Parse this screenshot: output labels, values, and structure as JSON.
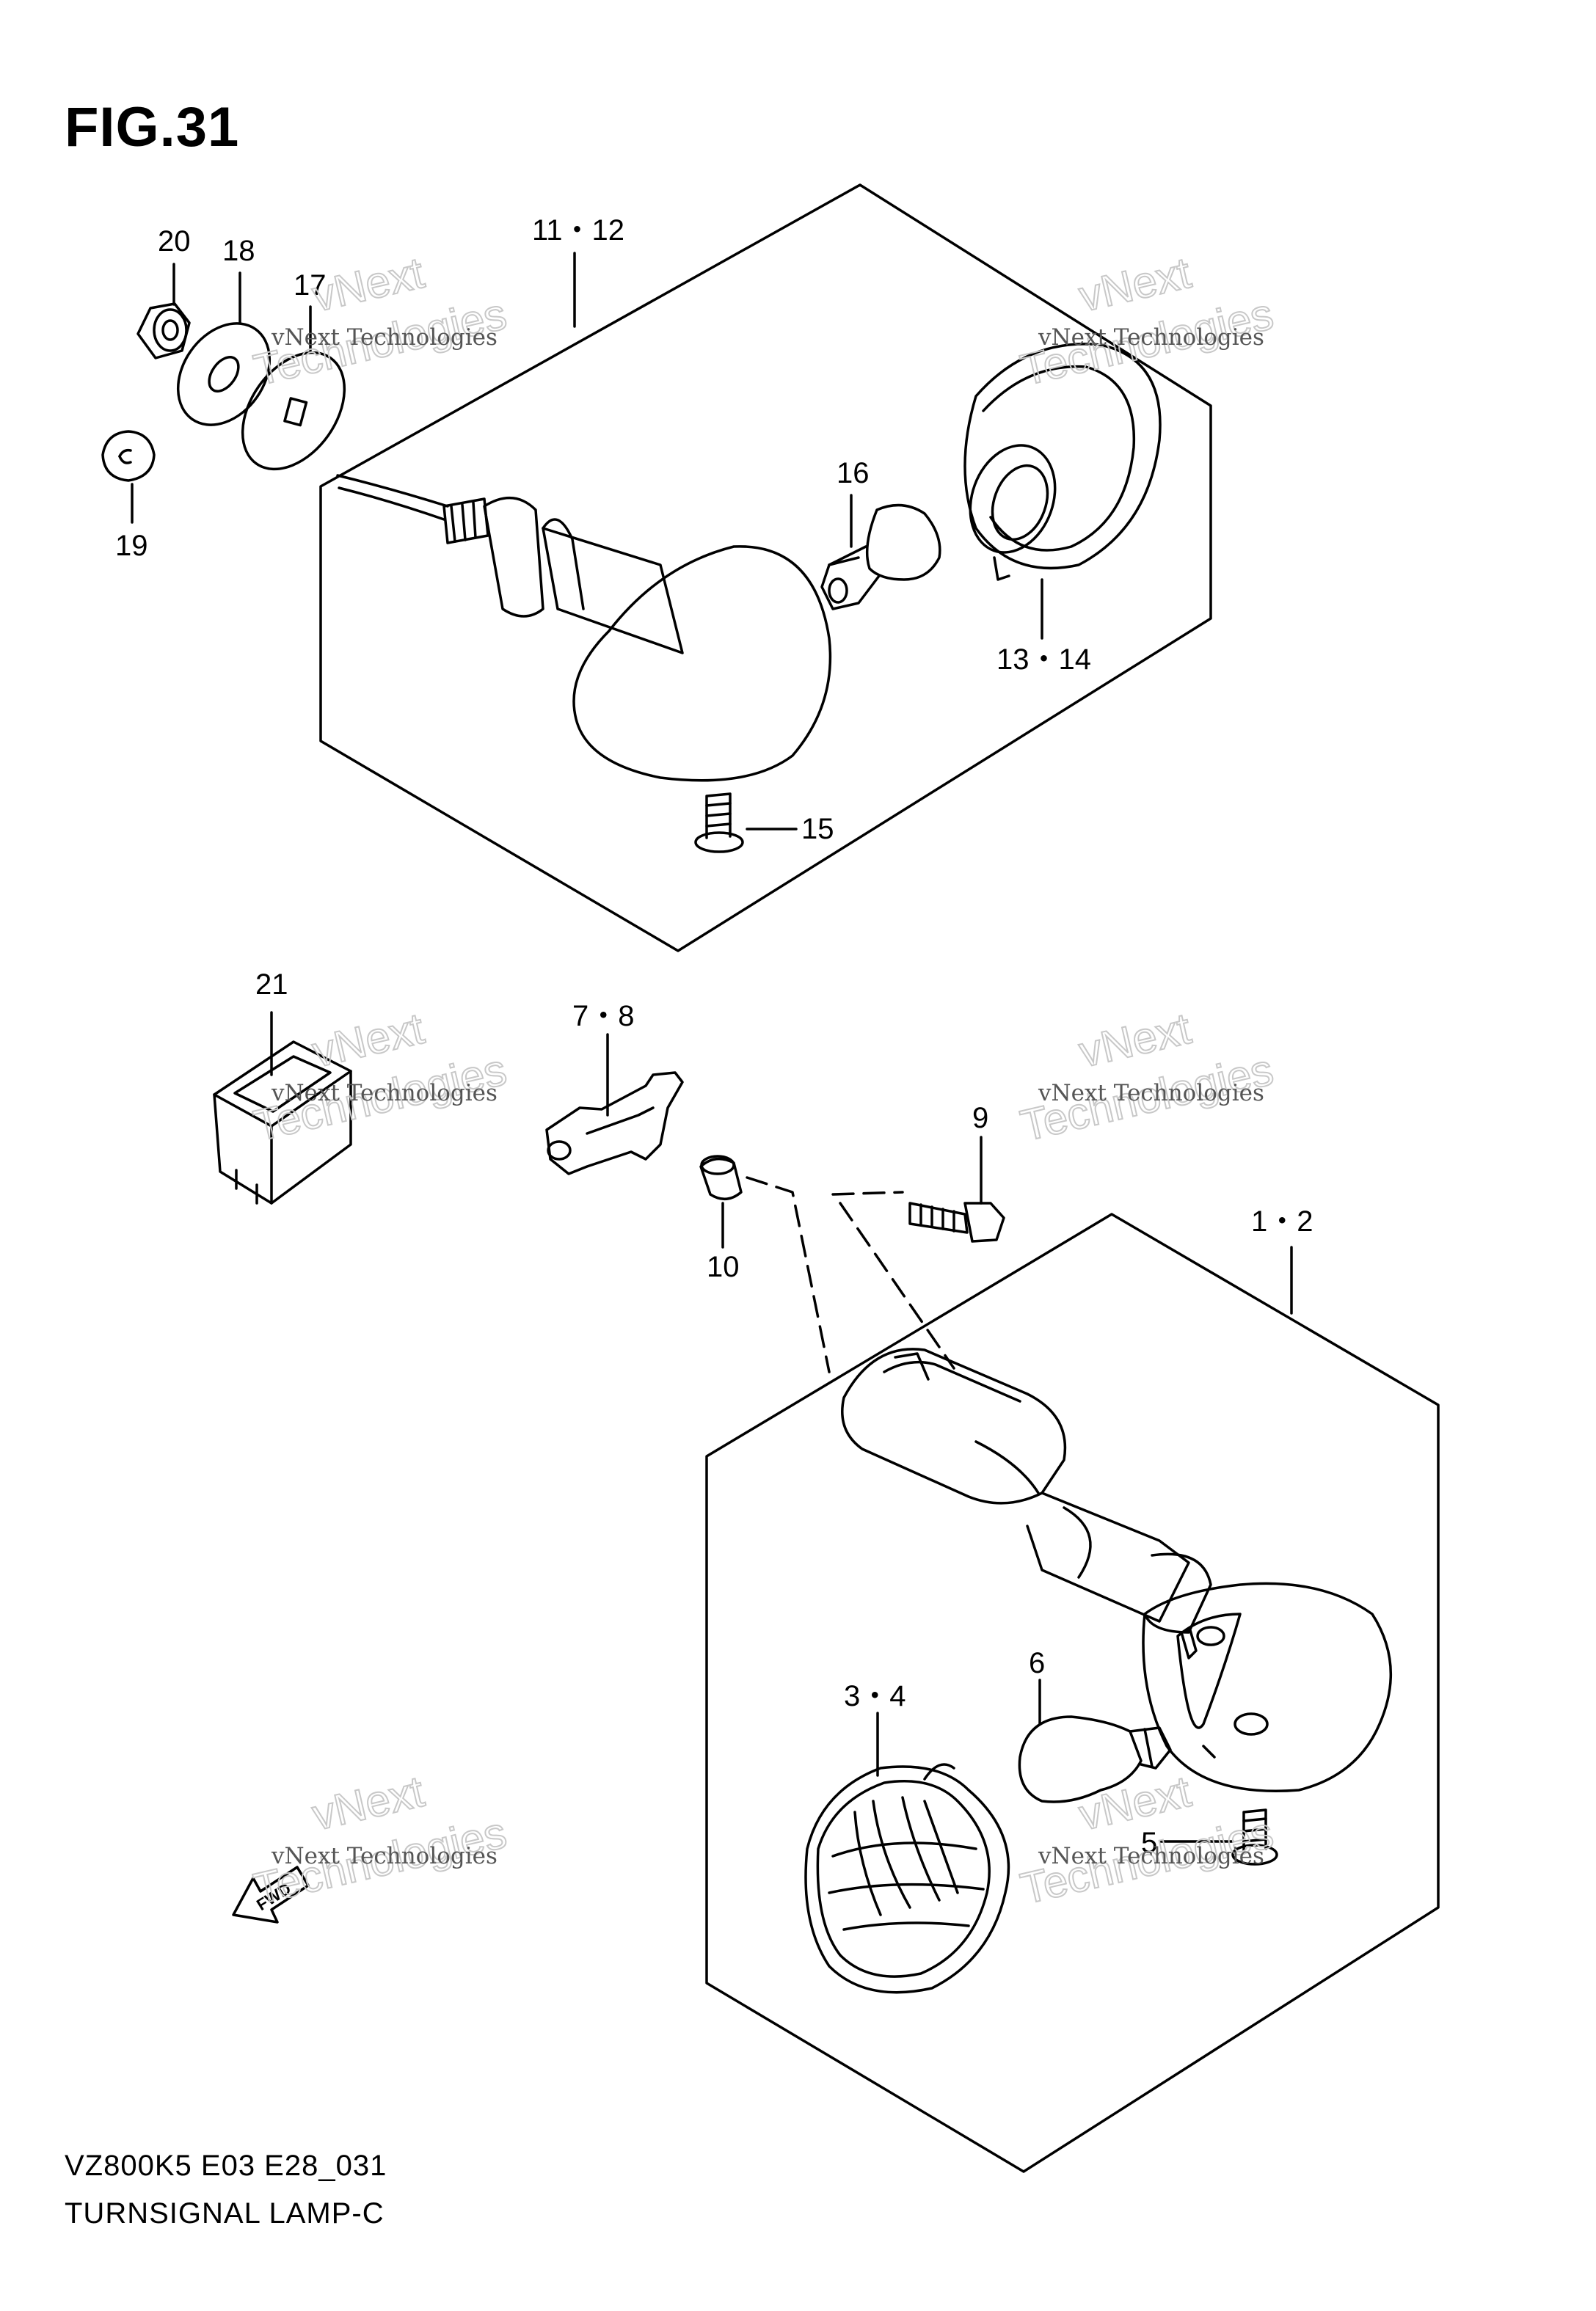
{
  "figure": {
    "title": "FIG.31"
  },
  "footer": {
    "model_code": "VZ800K5 E03 E28_031",
    "caption": "TURNSIGNAL LAMP-C"
  },
  "callouts": {
    "c20": "20",
    "c18": "18",
    "c17": "17",
    "c19": "19",
    "c11_12": "11・12",
    "c16": "16",
    "c13_14": "13・14",
    "c15": "15",
    "c21": "21",
    "c7_8": "7・8",
    "c9": "9",
    "c10": "10",
    "c1_2": "1・2",
    "c6": "6",
    "c3_4": "3・4",
    "c5": "5"
  },
  "watermark": {
    "line1": "vNext Technologies",
    "line2": "vNext",
    "line3": "Technologies"
  },
  "direction_marker": {
    "label": "FWD"
  }
}
